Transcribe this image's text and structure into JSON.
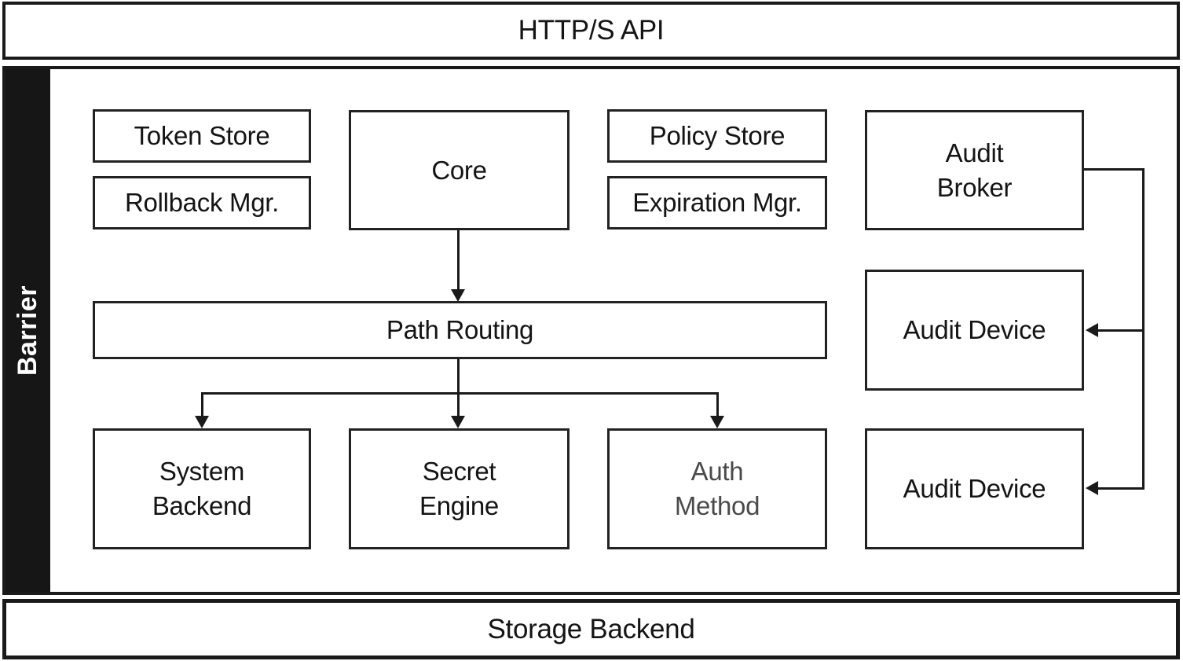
{
  "diagram": {
    "type": "architecture-block-diagram",
    "api_bar": {
      "label": "HTTP/S API"
    },
    "barrier": {
      "label": "Barrier"
    },
    "storage_bar": {
      "label": "Storage Backend"
    },
    "nodes": {
      "token_store": {
        "label": "Token Store"
      },
      "rollback_mgr": {
        "label": "Rollback Mgr."
      },
      "core": {
        "label": "Core"
      },
      "policy_store": {
        "label": "Policy Store"
      },
      "expiration_mgr": {
        "label": "Expiration Mgr."
      },
      "audit_broker": {
        "label": "Audit\nBroker"
      },
      "path_routing": {
        "label": "Path Routing"
      },
      "audit_device_1": {
        "label": "Audit Device"
      },
      "system_backend": {
        "label": "System\nBackend"
      },
      "secret_engine": {
        "label": "Secret\nEngine"
      },
      "auth_method": {
        "label": "Auth\nMethod"
      },
      "audit_device_2": {
        "label": "Audit Device"
      }
    },
    "edges": [
      {
        "from": "core",
        "to": "path_routing",
        "style": "arrow-down"
      },
      {
        "from": "path_routing",
        "to": "system_backend",
        "style": "arrow-down"
      },
      {
        "from": "path_routing",
        "to": "secret_engine",
        "style": "arrow-down"
      },
      {
        "from": "path_routing",
        "to": "auth_method",
        "style": "arrow-down"
      },
      {
        "from": "audit_broker",
        "to": "audit_device_1",
        "style": "arrow-left"
      },
      {
        "from": "audit_broker",
        "to": "audit_device_2",
        "style": "arrow-left"
      }
    ],
    "colors": {
      "ink": "#1a1a1a",
      "box_border": "#222222",
      "barrier_bg": "#161616",
      "barrier_text": "#ffffff",
      "muted_text": "#4a4a4a",
      "background": "#ffffff"
    }
  }
}
